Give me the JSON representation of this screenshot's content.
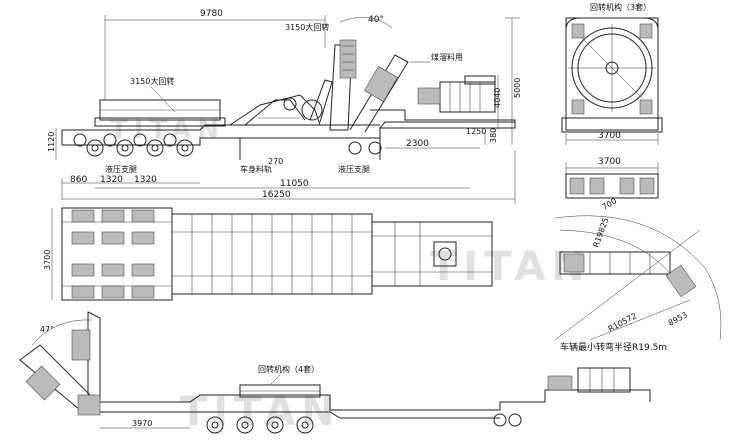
{
  "watermark": "TITAN",
  "side_view": {
    "dim_total_top": "9780",
    "dim_angle": "40°",
    "label_3150_right": "3150大回转",
    "label_3150_left": "3150大回转",
    "label_coal_feed": "煤溜料用",
    "dim_1250": "1250",
    "dim_4040": "4040",
    "dim_5000": "5000",
    "dim_1120": "1120",
    "dim_270": "270",
    "dim_2300": "2300",
    "dim_380": "380",
    "label_hydraulic_left": "液压支腿",
    "label_body_material": "车身料轨",
    "label_hydraulic_right": "液压支腿",
    "dim_860": "860",
    "dim_1320a": "1320",
    "dim_1320b": "1320",
    "dim_11050": "11050",
    "dim_16250": "16250"
  },
  "front_view": {
    "label_slew": "回转机构（3套）",
    "dim_3700_top": "3700",
    "dim_3700_bottom": "3700"
  },
  "plan_view": {
    "dim_3700": "3700",
    "dim_700": "700"
  },
  "turning": {
    "r_outer": "R19825",
    "r_inner": "R10572",
    "dim_8953": "8953",
    "caption": "车辆最小转弯半径R19.5m"
  },
  "bottom_view": {
    "dim_angle": "47°",
    "label_slew4": "回转机构（4套）",
    "dim_3970": "3970"
  }
}
